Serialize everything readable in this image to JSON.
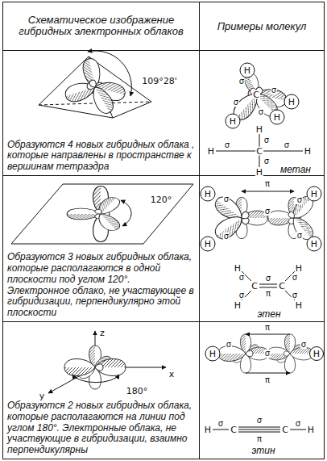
{
  "diagram": {
    "nodes": [
      {
        "text": [
          "Схематическое изображение гибридных электронных облаков"
        ]
      },
      {
        "text": [
          "Примеры молекул"
        ]
      },
      {
        "text": [
          "Образуются 4 новых гибридных облака , которые направлены в пространстве к вершинам тетраэдра"
        ]
      },
      {
        "text": [
          "метан"
        ]
      },
      {
        "text": [
          "Образуются 3 новых гибридных облака, которые располагаются в одной плоскости под углом 120°. Электронное облако, не участвующее в гибридизации, перпендикулярно этой плоскости"
        ]
      },
      {
        "text": [
          "этен"
        ]
      },
      {
        "text": [
          "Образуются 2 новых гибридных облака, которые располагаются на линии под углом 180°. Электронные облака, не участвующие в гибридизации, взаимно перпендикулярны"
        ]
      },
      {
        "text": [
          "этин"
        ]
      }
    ],
    "labels": [
      "109°28'",
      "H",
      "C",
      "H",
      "H",
      "H",
      "σ",
      "σ",
      "σ",
      "σ",
      "H",
      "σ",
      "H",
      "σ",
      "C",
      "σ",
      "H",
      "σ",
      "H",
      "120°",
      "H",
      "H",
      "H",
      "H",
      "π",
      "σ",
      "σ",
      "σ",
      "σ",
      "σ",
      "H",
      "H",
      "σ",
      "σ",
      "C",
      "σ",
      "π",
      "C",
      "σ",
      "σ",
      "H",
      "H",
      "z",
      "x",
      "y",
      "180°",
      "H",
      "H",
      "π",
      "π",
      "σ",
      "σ",
      "σ",
      "H",
      "σ",
      "C",
      "σ",
      "π",
      "C",
      "σ",
      "H"
    ]
  }
}
